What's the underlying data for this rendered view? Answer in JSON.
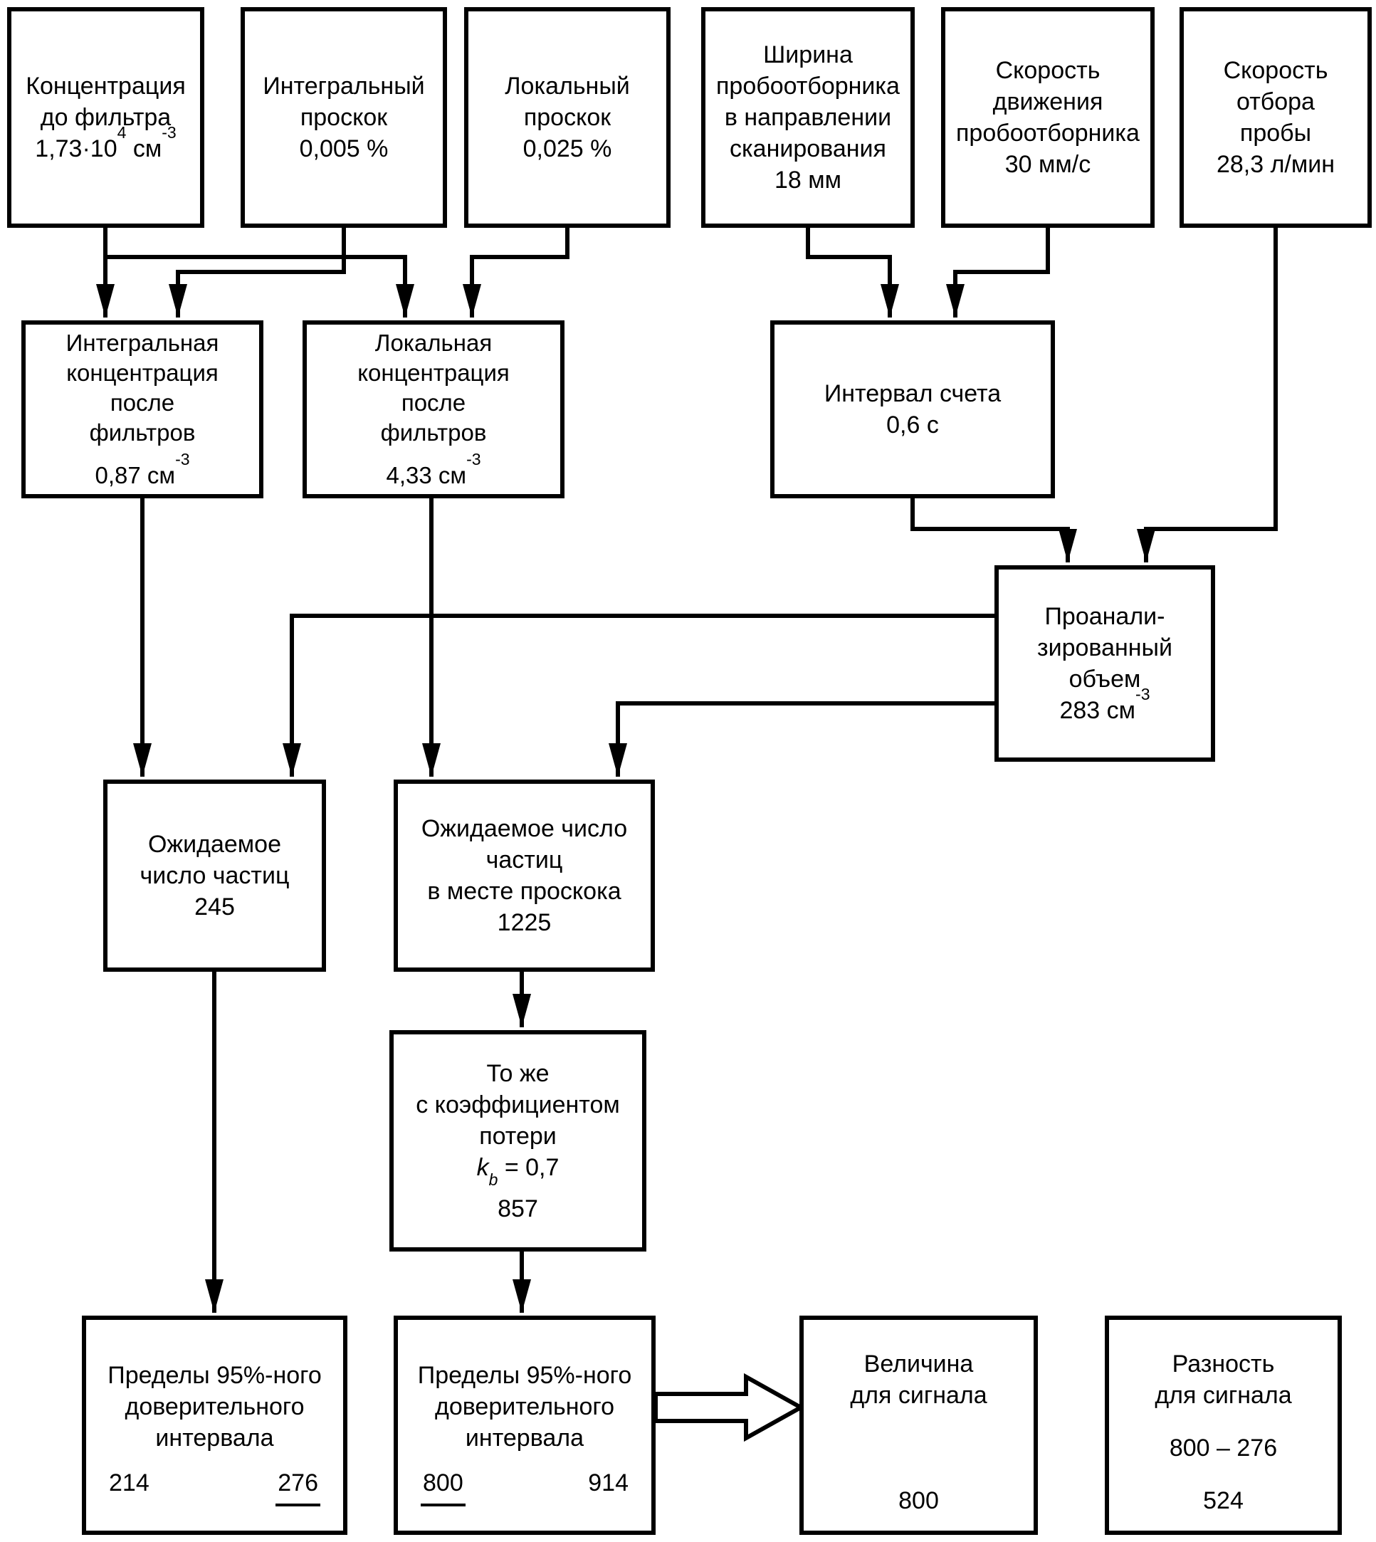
{
  "figure": {
    "background": "#ffffff",
    "line_color": "#000000"
  },
  "boxes": {
    "pre_filter_concentration": {
      "lines": [
        "Концентрация",
        "до фильтра"
      ],
      "value": {
        "base": "1,73·10",
        "sup": "4",
        "unit": " см",
        "unit_sup": "-3"
      }
    },
    "integral_penetration": {
      "lines": [
        "Интегральный",
        "проскок",
        "0,005 %"
      ]
    },
    "local_penetration": {
      "lines": [
        "Локальный",
        "проскок",
        "0,025 %"
      ]
    },
    "sampler_width": {
      "lines": [
        "Ширина",
        "пробоотборника",
        "в направлении",
        "сканирования",
        "18 мм"
      ]
    },
    "sampler_speed": {
      "lines": [
        "Скорость",
        "движения",
        "пробоотборника",
        "30 мм/с"
      ]
    },
    "sampling_rate": {
      "lines": [
        "Скорость",
        "отбора",
        "пробы",
        "28,3 л/мин"
      ]
    },
    "integral_concentration": {
      "lines": [
        "Интегральная",
        "концентрация",
        "после",
        "фильтров"
      ],
      "value": {
        "base": "0,87 см",
        "sup": "-3"
      }
    },
    "local_concentration": {
      "lines": [
        "Локальная",
        "концентрация",
        "после",
        "фильтров"
      ],
      "value": {
        "base": "4,33 см",
        "sup": "-3"
      }
    },
    "count_interval": {
      "lines": [
        "Интервал счета",
        "0,6 с"
      ]
    },
    "analyzed_volume": {
      "lines": [
        "Проанали-",
        "зированный",
        "объем"
      ],
      "value": {
        "base": "283 см",
        "sup": "-3"
      }
    },
    "expected_count": {
      "lines": [
        "Ожидаемое",
        "число частиц",
        "245"
      ]
    },
    "expected_count_leak": {
      "lines": [
        "Ожидаемое число",
        "частиц",
        "в месте проскока",
        "1225"
      ]
    },
    "with_loss_coefficient": {
      "lines": [
        "То же",
        "с коэффициентом",
        "потери"
      ],
      "coef": {
        "k": "k",
        "sub": "b",
        "eq": " = 0,7"
      },
      "value": "857"
    },
    "confidence_1": {
      "lines": [
        "Пределы 95%-ного",
        "доверительного",
        "интервала"
      ],
      "low": "214",
      "high": "276"
    },
    "confidence_2": {
      "lines": [
        "Пределы 95%-ного",
        "доверительного",
        "интервала"
      ],
      "low": "800",
      "high": "914"
    },
    "signal_value": {
      "lines": [
        "Величина",
        "для сигнала"
      ],
      "value": "800"
    },
    "signal_difference": {
      "lines": [
        "Разность",
        "для сигнала"
      ],
      "expression": "800 – 276",
      "value": "524"
    }
  }
}
